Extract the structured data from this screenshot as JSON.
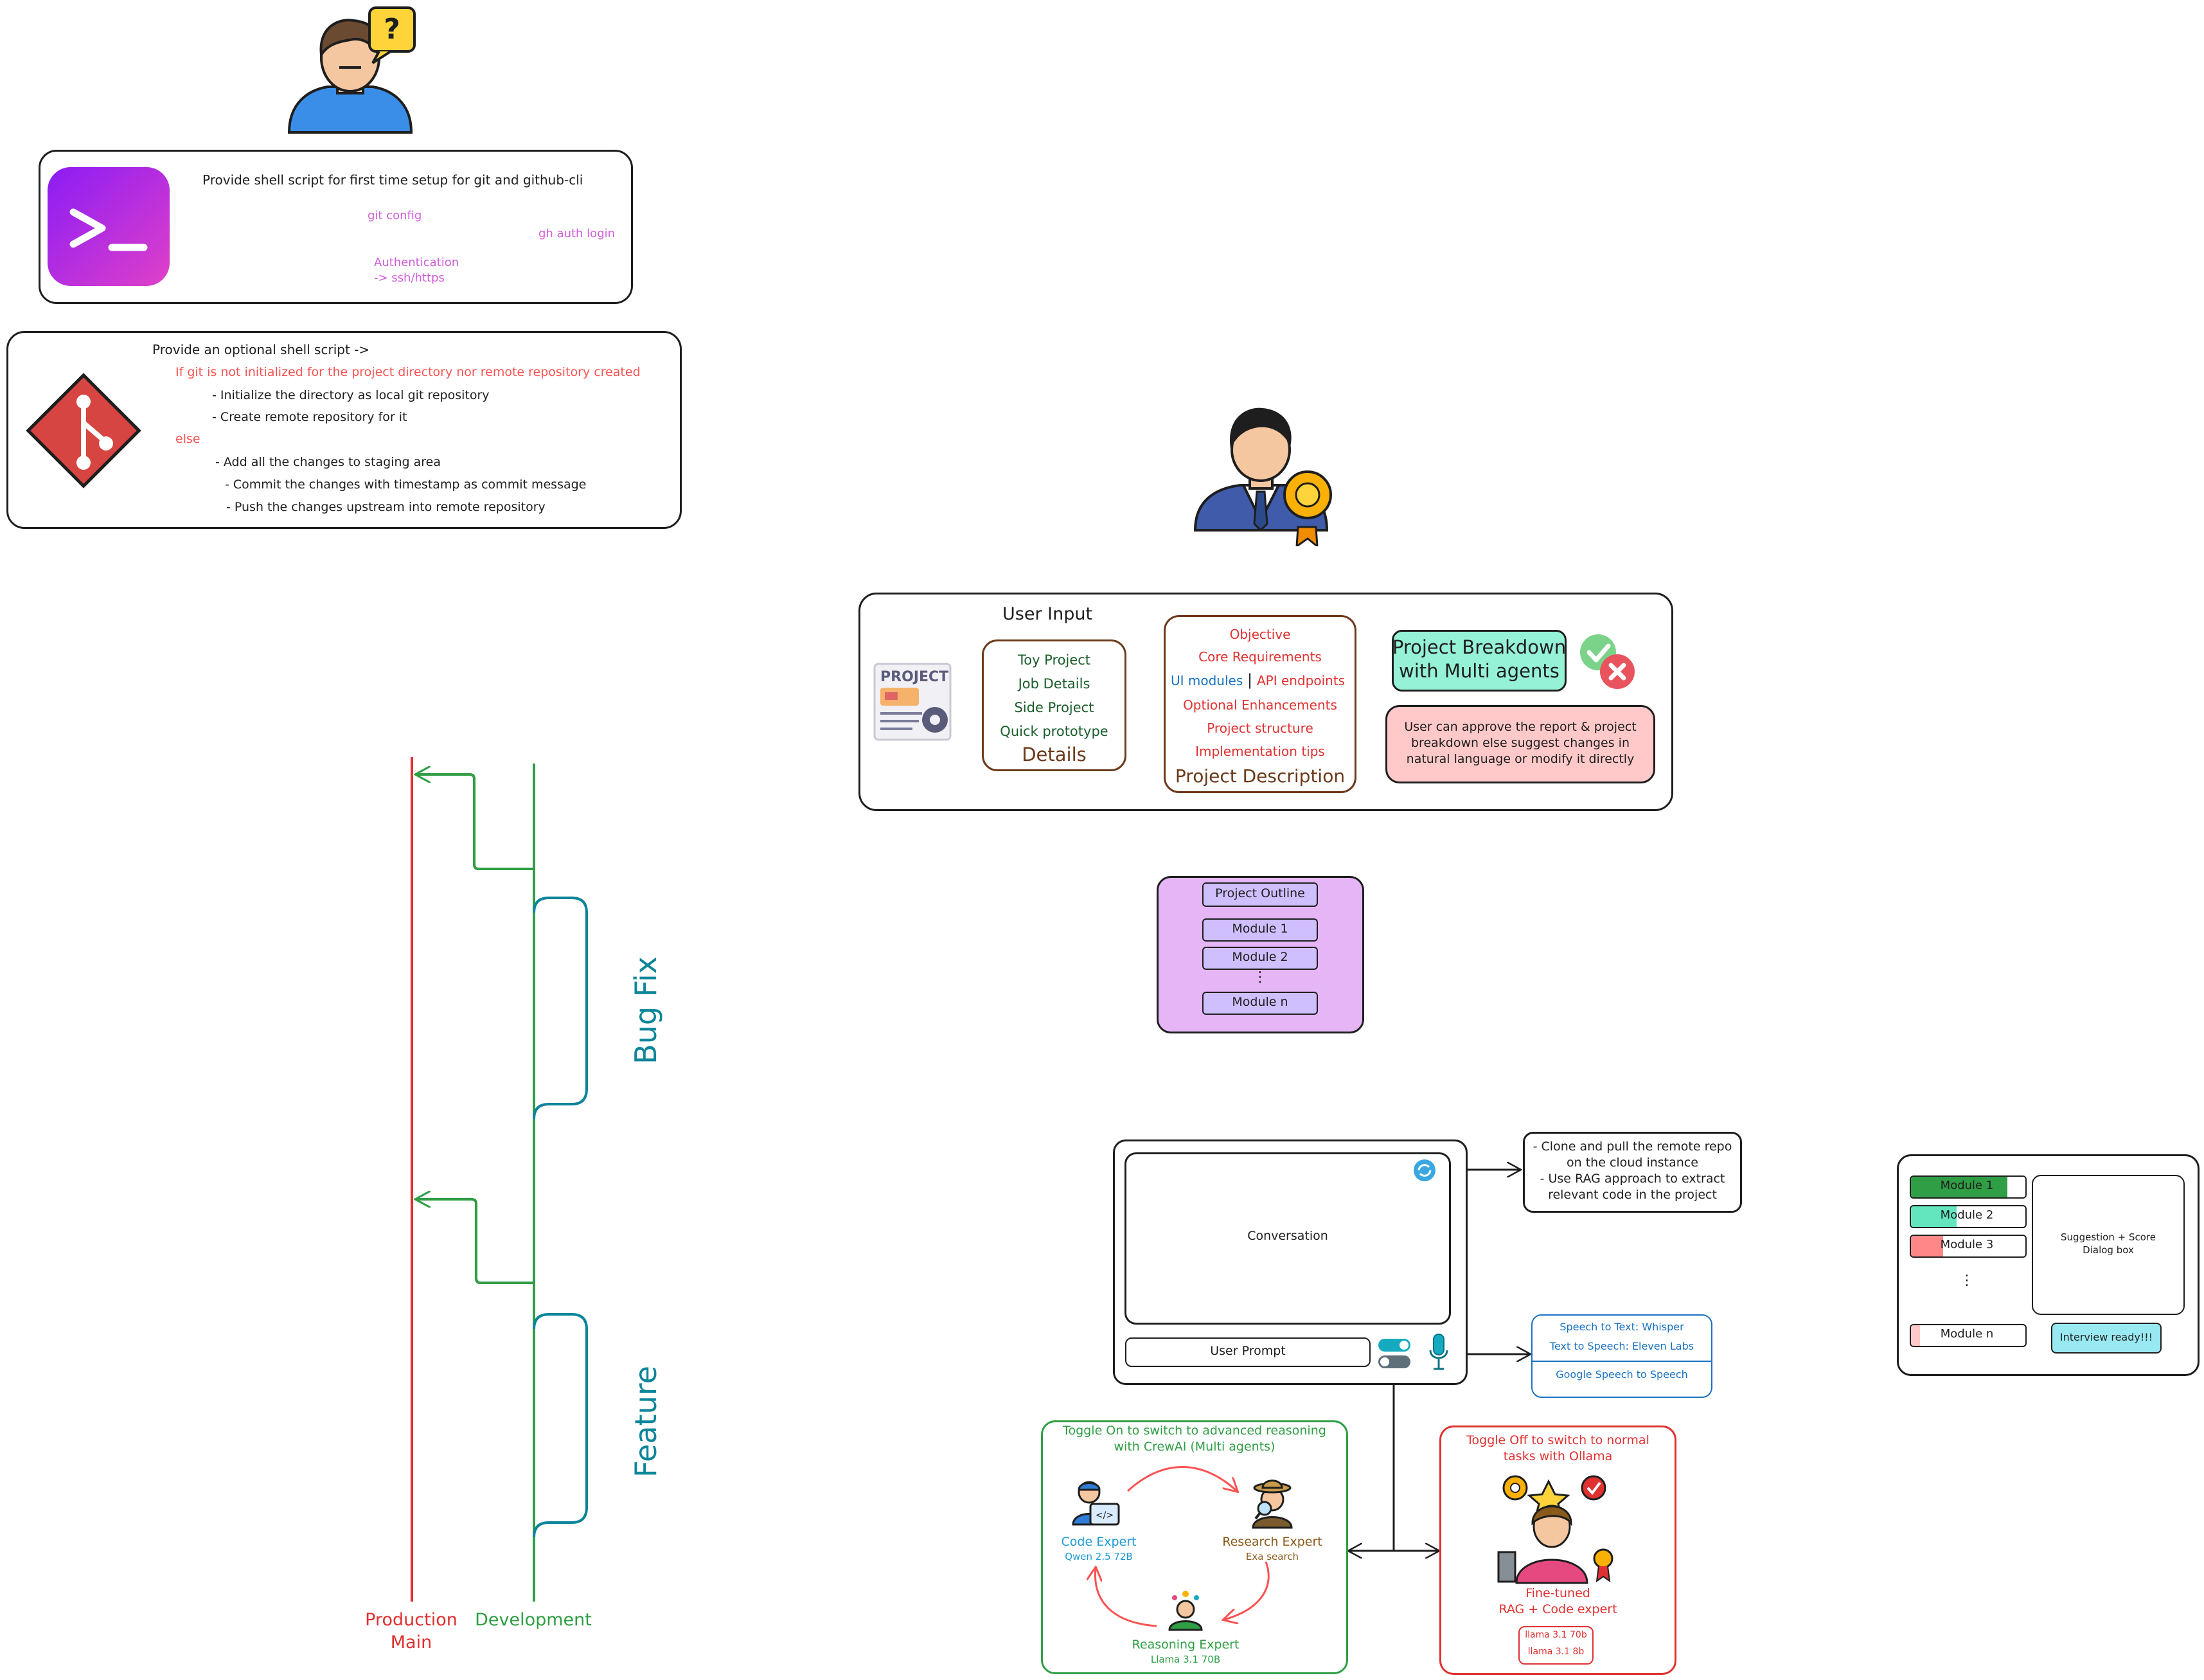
{
  "colors": {
    "red": "#e03131",
    "green": "#2f9e44",
    "teal": "#0c8599",
    "pink": "#e64980",
    "magenta": "#d05bd9",
    "purple_fill": "#e5b5f5",
    "mint": "#96f2d7",
    "rose": "#ffc9c9",
    "cyan": "#99e9f2",
    "blue": "#1971c2"
  },
  "icons": [
    "user-question-icon",
    "terminal-icon",
    "git-logo-icon",
    "manager-badge-icon",
    "project-doc-icon",
    "approve-reject-icon",
    "sync-icon",
    "mic-icon",
    "toggle-icon",
    "code-expert-icon",
    "research-expert-icon",
    "reasoning-expert-icon",
    "finetuned-expert-icon"
  ],
  "shell_box": {
    "title": "Provide shell script for first time setup for git and github-cli",
    "note_git_config": "git config",
    "note_auth_line1": "Authentication",
    "note_auth_line2": "-> ssh/https",
    "note_gh_auth": "gh auth login"
  },
  "git_box": {
    "title": "Provide an optional shell script ->",
    "condition": "If git is not initialized for the project directory nor remote repository created",
    "if_steps": [
      "- Initialize the directory as local git repository",
      "- Create remote repository for it"
    ],
    "else_label": "else",
    "else_steps": [
      "- Add all the changes to staging area",
      "- Commit the changes with timestamp as commit message",
      "- Push the changes upstream into remote repository"
    ]
  },
  "branch_diagram": {
    "bug_fix": "Bug Fix",
    "feature": "Feature",
    "production_line1": "Production",
    "production_line2": "Main",
    "development": "Development"
  },
  "user_input": {
    "heading": "User Input",
    "project_label": "PROJECT",
    "details_items": [
      "Toy Project",
      "Job Details",
      "Side Project",
      "Quick prototype"
    ],
    "details_title": "Details",
    "desc_items": [
      "Objective",
      "Core Requirements"
    ],
    "desc_ui": "UI modules",
    "desc_sep": "|",
    "desc_api": "API endpoints",
    "desc_items2": [
      "Optional Enhancements",
      "Project structure",
      "Implementation tips"
    ],
    "desc_title": "Project Description",
    "breakdown_line1": "Project Breakdown",
    "breakdown_line2": "with Multi agents",
    "approve_note": [
      "User can approve the report & project",
      "breakdown else suggest changes in",
      "natural language or modify it directly"
    ]
  },
  "outline": {
    "title": "Project Outline",
    "modules": [
      "Module 1",
      "Module 2"
    ],
    "ellipsis": "⋮",
    "module_n": "Module n"
  },
  "conversation": {
    "title": "Conversation",
    "prompt": "User Prompt",
    "clone_note": [
      "- Clone and pull the remote repo",
      "on the cloud instance",
      "- Use RAG approach to extract",
      "relevant code in the project"
    ],
    "speech_stt": "Speech to Text: Whisper",
    "speech_tts": "Text to Speech: Eleven Labs",
    "speech_google": "Google Speech to Speech"
  },
  "crew": {
    "title_line1": "Toggle On to switch to advanced reasoning",
    "title_line2": "with CrewAI (Multi agents)",
    "code_expert": "Code Expert",
    "code_model": "Qwen 2.5 72B",
    "research_expert": "Research Expert",
    "research_tool": "Exa search",
    "reasoning_expert": "Reasoning Expert",
    "reasoning_model": "Llama 3.1 70B"
  },
  "ollama": {
    "title_line1": "Toggle Off to switch to normal",
    "title_line2": "tasks with Ollama",
    "label_line1": "Fine-tuned",
    "label_line2": "RAG + Code expert",
    "models": [
      "llama 3.1 70b",
      "llama 3.1 8b"
    ]
  },
  "interview": {
    "modules": [
      "Module 1",
      "Module 2",
      "Module 3"
    ],
    "ellipsis": "⋮",
    "module_n": "Module n",
    "dialog_line1": "Suggestion + Score",
    "dialog_line2": "Dialog box",
    "ready": "Interview ready!!!"
  }
}
